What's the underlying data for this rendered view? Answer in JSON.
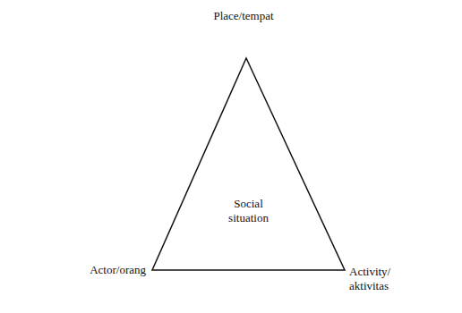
{
  "diagram": {
    "nodes": [
      {
        "text": [
          "Social situation"
        ]
      }
    ],
    "labels": [
      "Place/tempat",
      "Actor/orang",
      "Activity/ aktivitas"
    ]
  }
}
